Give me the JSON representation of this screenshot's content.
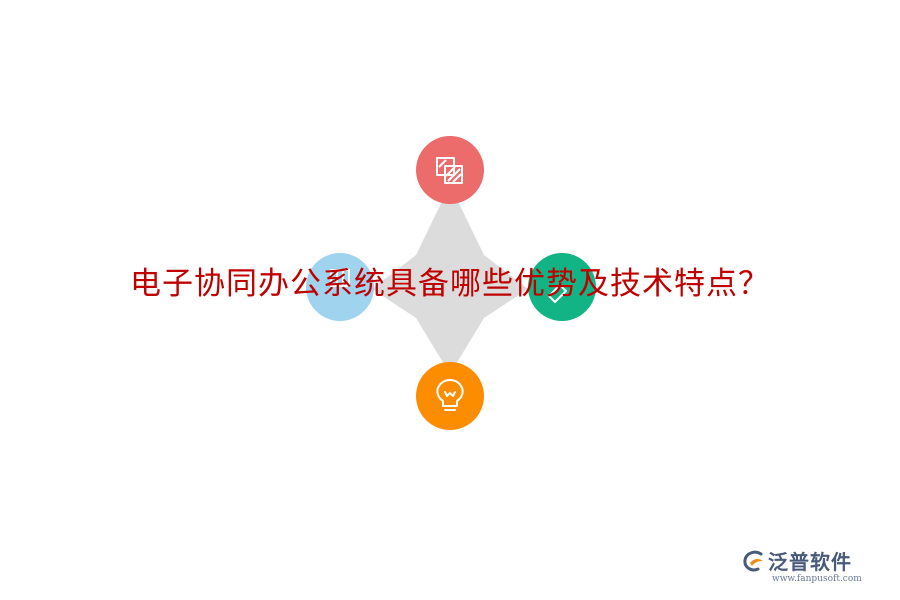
{
  "headline": "电子协同办公系统具备哪些优势及技术特点？",
  "watermark": {
    "brand": "泛普软件",
    "url": "www.fanpusoft.com"
  },
  "nodes": [
    {
      "name": "top",
      "icon": "hatched-squares-icon"
    },
    {
      "name": "left",
      "icon": "grid-panel-icon"
    },
    {
      "name": "right",
      "icon": "tag-icon"
    },
    {
      "name": "bottom",
      "icon": "lightbulb-icon"
    }
  ],
  "colors": {
    "headline": "#c00000",
    "star": "#dcdcdc",
    "top": "#ec6b6b",
    "left": "#9fd3ee",
    "right": "#12b384",
    "bottom": "#fc8c00",
    "icon_stroke": "#ffffff",
    "watermark_brand": "#4a5a7a",
    "watermark_url": "#6a7a9a",
    "watermark_accent": "#f08c1a"
  }
}
